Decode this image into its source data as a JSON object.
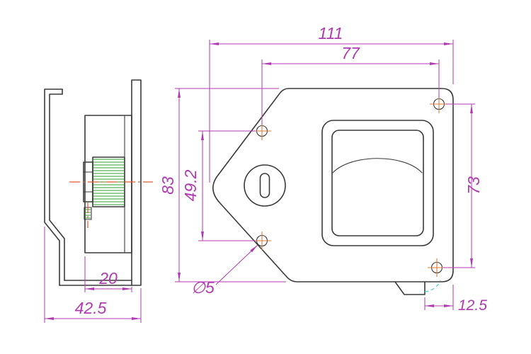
{
  "drawing": {
    "dimensions": {
      "total_width": "111",
      "hole_span_width": "77",
      "plate_height": "83",
      "left_hole_span": "49.2",
      "right_hole_span": "73",
      "body_depth": "20",
      "total_depth": "42.5",
      "hole_diameter": "∅5",
      "tab_offset": "12.5"
    },
    "colors": {
      "outline": "#3a3a3a",
      "dimension": "#b03ab0",
      "centerline": "#e2592e",
      "hole": "#dd7b33",
      "thread": "#2fa12f",
      "hidden": "#58c8c4",
      "background": "#ffffff"
    }
  }
}
